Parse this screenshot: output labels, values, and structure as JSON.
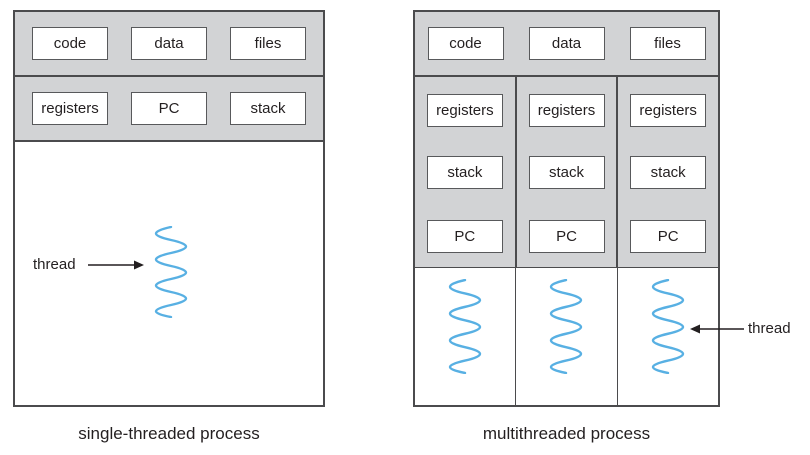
{
  "colors": {
    "band_fill": "#d2d3d5",
    "outline": "#4b4b4d",
    "box_border": "#58595b",
    "thread_blue": "#58b0e3",
    "arrow_black": "#231f20",
    "text": "#231f20"
  },
  "single": {
    "caption": "single-threaded process",
    "row1": [
      "code",
      "data",
      "files"
    ],
    "row2": [
      "registers",
      "PC",
      "stack"
    ],
    "thread_label": "thread",
    "thread_count": 1
  },
  "multi": {
    "caption": "multithreaded process",
    "row1": [
      "code",
      "data",
      "files"
    ],
    "columns": [
      [
        "registers",
        "stack",
        "PC"
      ],
      [
        "registers",
        "stack",
        "PC"
      ],
      [
        "registers",
        "stack",
        "PC"
      ]
    ],
    "thread_label": "thread",
    "thread_count": 3
  }
}
